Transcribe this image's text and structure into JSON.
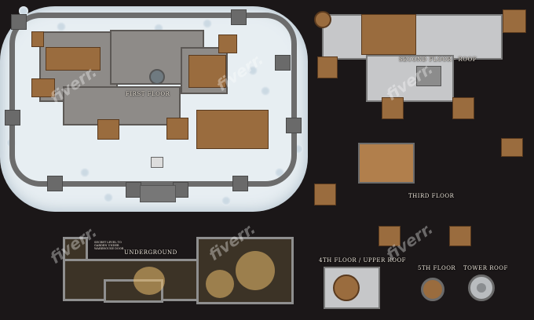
{
  "map": {
    "title": "",
    "levels": {
      "first_floor": "First Floor",
      "second_floor": "Second Floor - Roof",
      "third_floor": "Third Floor",
      "underground": "UnderGround",
      "fourth_floor": "4th Floor / Upper Roof",
      "fifth_floor": "5th Floor",
      "tower_roof": "Tower Roof"
    },
    "note": "Secret level to garden under warehouse door",
    "watermark": "fiverr."
  },
  "colors": {
    "background": "#1b1718",
    "snow": "#e7eef2",
    "stone": "#8e8b88",
    "wood": "#9a6c3e",
    "wall": "#6c6c6c"
  },
  "icons": [
    "snow-bush-icon",
    "tower-icon",
    "stair-icon",
    "fountain-icon"
  ]
}
